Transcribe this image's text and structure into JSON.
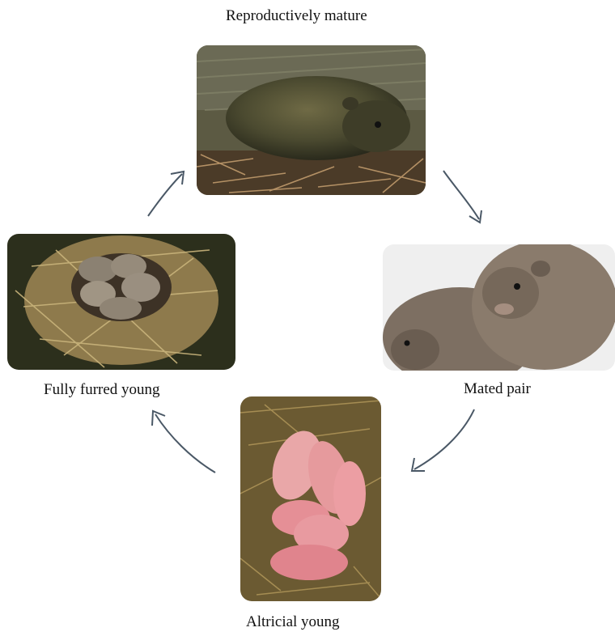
{
  "stages": {
    "top": {
      "label": "Reproductively mature",
      "image": "adult vole on pine needles"
    },
    "right": {
      "label": "Mated pair",
      "image": "two adult voles together"
    },
    "bottom": {
      "label": "Altricial young",
      "image": "hairless pink newborn voles in grass nest"
    },
    "left": {
      "label": "Fully furred young",
      "image": "furred juvenile voles in grass nest"
    }
  },
  "arrow_color": "#4a5866"
}
